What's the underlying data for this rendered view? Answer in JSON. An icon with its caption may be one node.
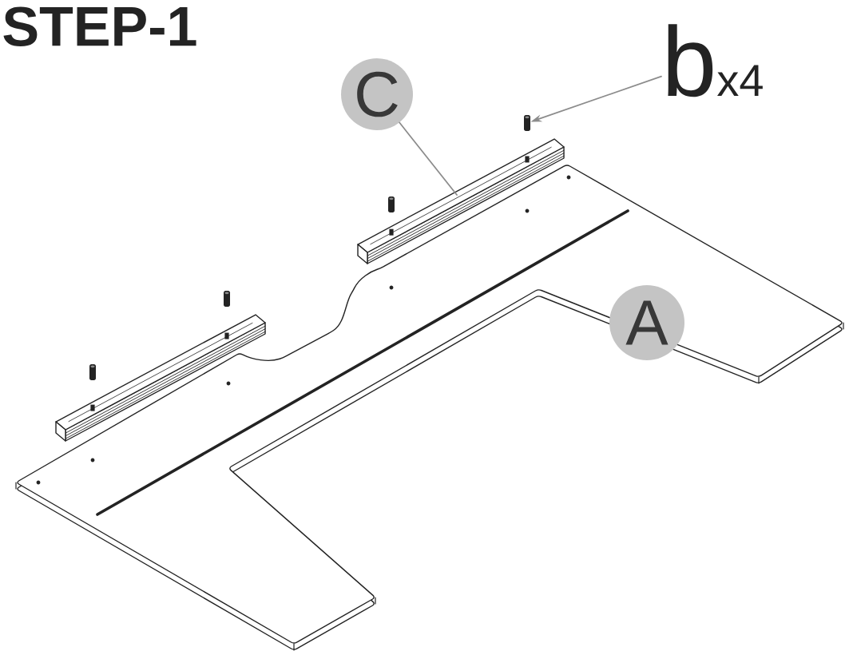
{
  "diagram": {
    "title": "STEP-1",
    "nodes": [
      {
        "text": [
          "C"
        ]
      },
      {
        "text": [
          "b",
          "x4"
        ]
      },
      {
        "text": [],
        "shape": "cylinder"
      },
      {
        "text": [],
        "shape": "cylinder"
      },
      {
        "text": [],
        "shape": "bar"
      },
      {
        "text": [],
        "shape": "cylinder"
      },
      {
        "text": [
          "A"
        ]
      },
      {
        "text": [],
        "shape": "cylinder"
      },
      {
        "text": [],
        "shape": "bar"
      }
    ],
    "edges": [
      {
        "from": 0,
        "to": 4,
        "arrow": "none"
      },
      {
        "from": 1,
        "to": 2,
        "arrow": "to"
      }
    ]
  }
}
